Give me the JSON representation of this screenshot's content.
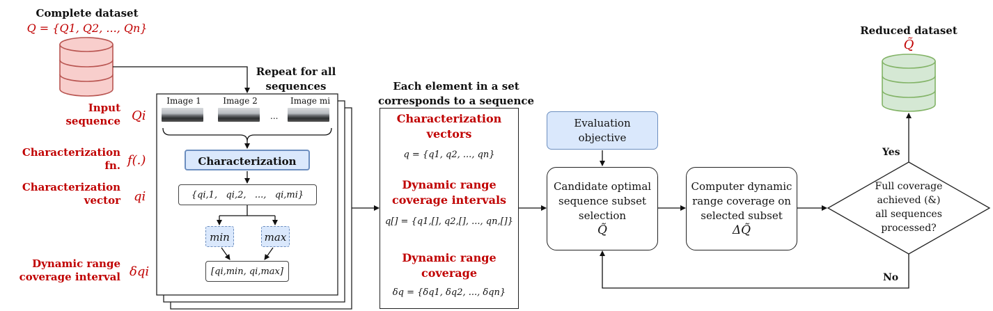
{
  "complete": {
    "title": "Complete dataset",
    "formula": "Q = {Q1, Q2, ..., Qn}"
  },
  "repeat": {
    "line1": "Repeat for all",
    "line2": "sequences"
  },
  "left_labels": {
    "input": {
      "l1": "Input",
      "l2": "sequence",
      "sym": "Qi"
    },
    "fn": {
      "l1": "Characterization",
      "l2": "fn.",
      "sym": "f(.)"
    },
    "vec": {
      "l1": "Characterization",
      "l2": "vector",
      "sym": "qi"
    },
    "dr": {
      "l1": "Dynamic range",
      "l2": "coverage interval",
      "sym": "δqi"
    }
  },
  "stack": {
    "image1": "Image 1",
    "image2": "Image 2",
    "dots": "...",
    "imagem": "Image mi",
    "characterization": "Characterization",
    "vector": "{qi,1,   qi,2,   ...,   qi,mi}",
    "min": "min",
    "max": "max",
    "interval": "[qi,min, qi,max]"
  },
  "each": {
    "line1": "Each element in a set",
    "line2": "corresponds to a sequence"
  },
  "sets": {
    "cv_title1": "Characterization",
    "cv_title2": "vectors",
    "cv_formula": "q = {q1, q2, ..., qn}",
    "dri_title1": "Dynamic range",
    "dri_title2": "coverage intervals",
    "dri_formula": "q[] = {q1,[], q2,[], ..., qn,[]}",
    "drc_title1": "Dynamic range",
    "drc_title2": "coverage",
    "drc_formula": "δq = {δq1, δq2, ..., δqn}"
  },
  "eval": {
    "l1": "Evaluation",
    "l2": "objective"
  },
  "candidate": {
    "l1": "Candidate optimal",
    "l2": "sequence subset",
    "l3": "selection",
    "sym": "Q̃"
  },
  "compute": {
    "l1": "Computer dynamic",
    "l2": "range coverage on",
    "l3": "selected subset",
    "sym": "ΔQ̃"
  },
  "decision": {
    "l1": "Full coverage",
    "l2": "achieved (&)",
    "l3": "all sequences",
    "l4": "processed?"
  },
  "yes": "Yes",
  "no": "No",
  "reduced": {
    "title": "Reduced dataset",
    "sym": "Q̃"
  },
  "colors": {
    "red": "#c00000",
    "db_red_fill": "#f8cecc",
    "db_red_stroke": "#b85450",
    "db_green_fill": "#d5e8d4",
    "db_green_stroke": "#82b366",
    "blue_fill": "#dae8fc",
    "blue_stroke": "#6c8ebf"
  }
}
